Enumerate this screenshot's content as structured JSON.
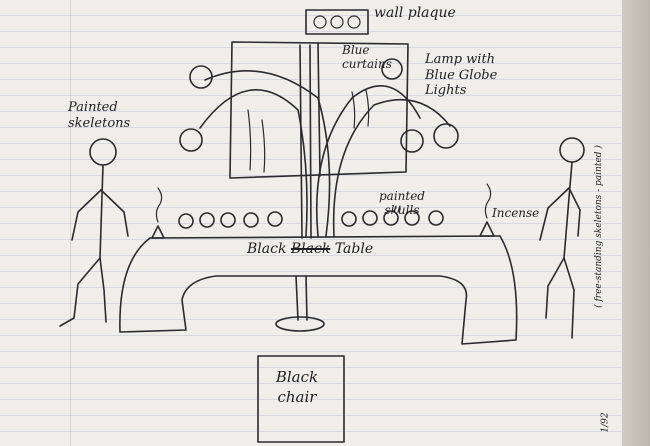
{
  "labels": {
    "wall_plaque": "wall plaque",
    "blue_curtains": "Blue curtains",
    "lamp": "Lamp with Blue Globe Lights",
    "painted_skeletons": "Painted skeletons",
    "painted_skulls": "painted skulls",
    "incense": "Incense",
    "table_part1": "Black ",
    "table_struck": "Black",
    "table_part2": " Table",
    "black_chair": "Black chair",
    "side_note": "( free-standing skeletons - painted )",
    "date_note": "1/92"
  },
  "colors": {
    "paper": "#efeeea",
    "ink": "#2a2a2f",
    "rule_line": "#96a5c3"
  }
}
